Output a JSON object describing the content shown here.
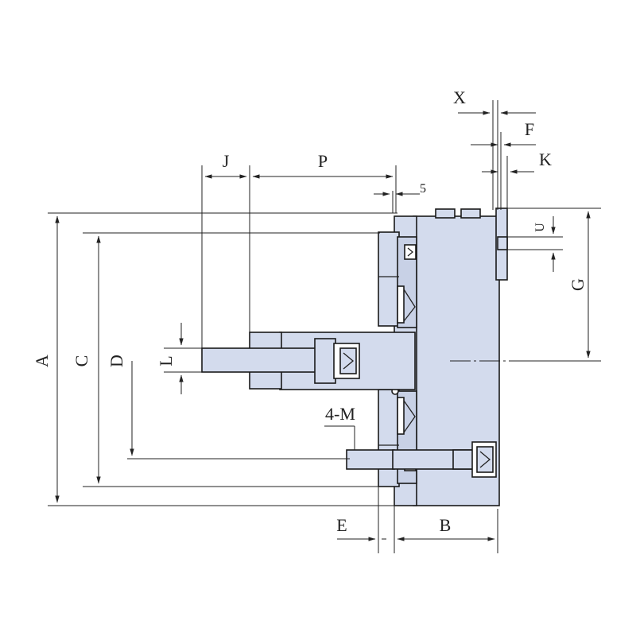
{
  "colors": {
    "body_fill": "#d3dbed",
    "body_dark": "#b9c3da",
    "line": "#222222",
    "background": "#ffffff"
  },
  "dimensions": {
    "A": "A",
    "B": "B",
    "C": "C",
    "D": "D",
    "E": "E",
    "F": "F",
    "G": "G",
    "J": "J",
    "K": "K",
    "L": "L",
    "P": "P",
    "U": "U",
    "X": "X",
    "five": "5",
    "holes": "4-M"
  }
}
